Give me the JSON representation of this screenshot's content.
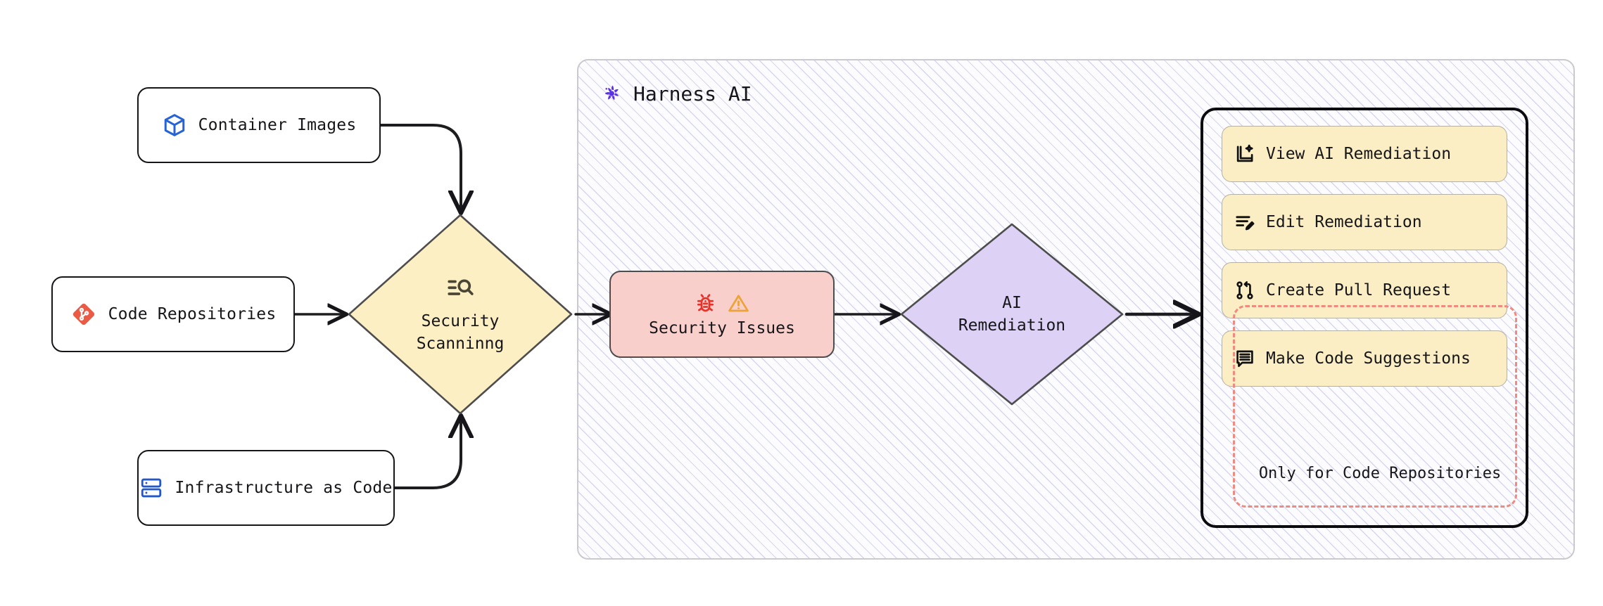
{
  "diagram": {
    "type": "flowchart",
    "title": "Harness AI security scanning and remediation flow"
  },
  "sources": [
    {
      "id": "container-images",
      "label": "Container Images",
      "icon": "box-icon",
      "icon_color": "#2563d6"
    },
    {
      "id": "code-repositories",
      "label": "Code Repositories",
      "icon": "git-branch-diamond-icon",
      "icon_color": "#ea5a45"
    },
    {
      "id": "infrastructure-as-code",
      "label": "Infrastructure as Code",
      "icon": "server-stack-icon",
      "icon_color": "#2457cc"
    }
  ],
  "process": {
    "security_scanning": {
      "label_line1": "Security",
      "label_line2": "Scanninng",
      "icon": "scan-search-icon",
      "fill": "#fcefc3",
      "stroke": "#4d4d4d"
    },
    "security_issues": {
      "label": "Security Issues",
      "icons": [
        "bug-icon",
        "warning-triangle-icon"
      ],
      "bug_color": "#e8322a",
      "warning_color": "#eda339",
      "fill": "#f9cfcb",
      "stroke": "#4d4d4d"
    },
    "ai_remediation": {
      "label_line1": "AI",
      "label_line2": "Remediation",
      "fill": "#ddd2f5",
      "stroke": "#4d4d4d"
    }
  },
  "harness": {
    "title": "Harness AI",
    "logo": "harness-pinwheel-logo",
    "logo_color": "#5b31e8",
    "border_color": "#c9c9cf"
  },
  "actions": {
    "panel_border": "#0c0c0f",
    "button_fill": "#fbeec4",
    "items": [
      {
        "id": "view-ai-remediation",
        "label": "View AI Remediation",
        "icon": "document-sparkle-icon"
      },
      {
        "id": "edit-remediation",
        "label": "Edit Remediation",
        "icon": "list-pencil-icon"
      },
      {
        "id": "create-pull-request",
        "label": "Create Pull Request",
        "icon": "git-pull-request-icon"
      },
      {
        "id": "make-code-suggestions",
        "label": "Make Code Suggestions",
        "icon": "comment-lines-icon"
      }
    ],
    "dashed_group": {
      "caption": "Only for Code Repositories",
      "border_color": "#f08a80",
      "members": [
        "create-pull-request",
        "make-code-suggestions"
      ]
    }
  },
  "edges": [
    {
      "from": "container-images",
      "to": "security-scanning",
      "style": "curved-arrow"
    },
    {
      "from": "code-repositories",
      "to": "security-scanning",
      "style": "straight-arrow"
    },
    {
      "from": "infrastructure-as-code",
      "to": "security-scanning",
      "style": "curved-arrow"
    },
    {
      "from": "security-scanning",
      "to": "security-issues",
      "style": "straight-arrow"
    },
    {
      "from": "security-issues",
      "to": "ai-remediation",
      "style": "straight-arrow"
    },
    {
      "from": "ai-remediation",
      "to": "action-panel",
      "style": "straight-arrow"
    }
  ]
}
